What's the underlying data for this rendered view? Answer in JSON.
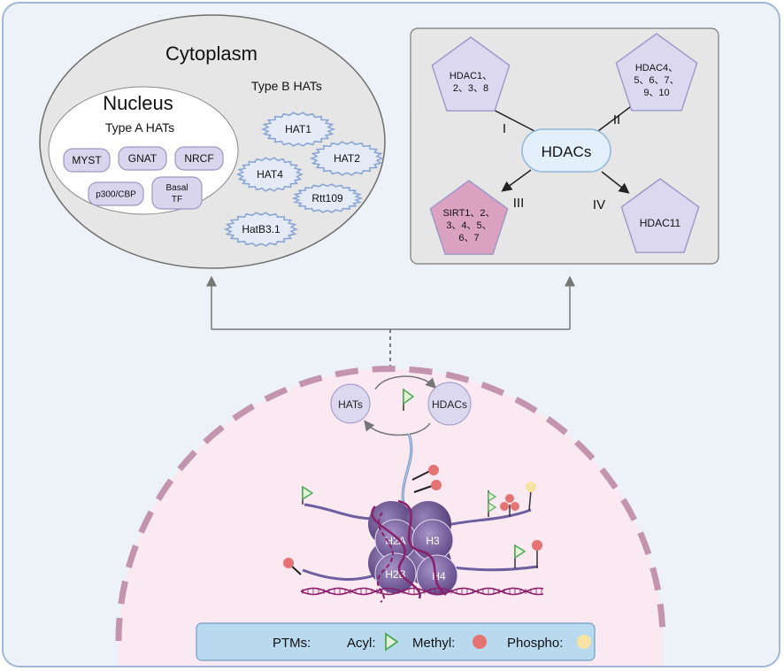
{
  "cytoplasm": {
    "title": "Cytoplasm",
    "type_b_label": "Type B HATs",
    "type_b_hats": [
      "HAT1",
      "HAT2",
      "HAT4",
      "Rtt109",
      "HatB3.1"
    ]
  },
  "nucleus": {
    "title": "Nucleus",
    "type_a_label": "Type A HATs",
    "type_a_hats": [
      "MYST",
      "GNAT",
      "NRCF",
      "p300/CBP",
      "Basal\nTF"
    ]
  },
  "hdac_panel": {
    "center_label": "HDACs",
    "classes": [
      {
        "roman": "I",
        "members": "HDAC1、\n2、3、8"
      },
      {
        "roman": "II",
        "members": "HDAC4、\n5、6、7、\n9、10"
      },
      {
        "roman": "III",
        "members": "SIRT1、2、\n3、4、5、\n6、7"
      },
      {
        "roman": "IV",
        "members": "HDAC11"
      }
    ]
  },
  "cycle": {
    "hats_label": "HATs",
    "hdacs_label": "HDACs"
  },
  "histones": [
    "H2A",
    "H3",
    "H2B",
    "H4"
  ],
  "legend": {
    "ptms_label": "PTMs:",
    "acyl_label": "Acyl:",
    "methyl_label": "Methyl:",
    "phospho_label": "Phospho:"
  },
  "colors": {
    "frame_bg": "#edf2f9",
    "frame_border": "#9fb8d8",
    "panel_gray": "#e6e6e6",
    "cell_pink": "#fbe9f2",
    "dash_mauve": "#c394ad",
    "hat_fill": "#d8d5ec",
    "hat_border": "#9b97c6",
    "star_border": "#8aa5d5",
    "star_fill": "#e4ebf6",
    "hdac_fill": "#dcd8ef",
    "sirt_fill": "#dba1c0",
    "methyl_red": "#e57373",
    "phospho_yellow": "#f6e3a3",
    "acyl_green": "#4fa957",
    "legend_fill": "#b9d9ef",
    "nucleosome_purple": "#6d4d95"
  }
}
